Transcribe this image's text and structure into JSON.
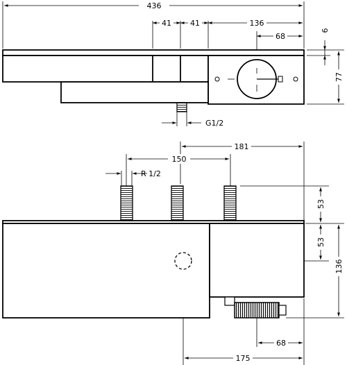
{
  "top_view": {
    "dimensions": {
      "overall_width": "436",
      "left_segment": "41",
      "middle_segment": "41",
      "right_module": "136",
      "knob_center_offset": "68",
      "cap_height": "6",
      "body_height": "77",
      "outlet_thread": "G1/2"
    }
  },
  "front_view": {
    "dimensions": {
      "wall_center_span": "181",
      "inlet_spacing": "150",
      "inlet_thread": "R 1/2",
      "upper_height": "53",
      "lower_height": "53",
      "overall_height": "136",
      "knob_offset": "68",
      "outlet_offset": "175"
    }
  }
}
